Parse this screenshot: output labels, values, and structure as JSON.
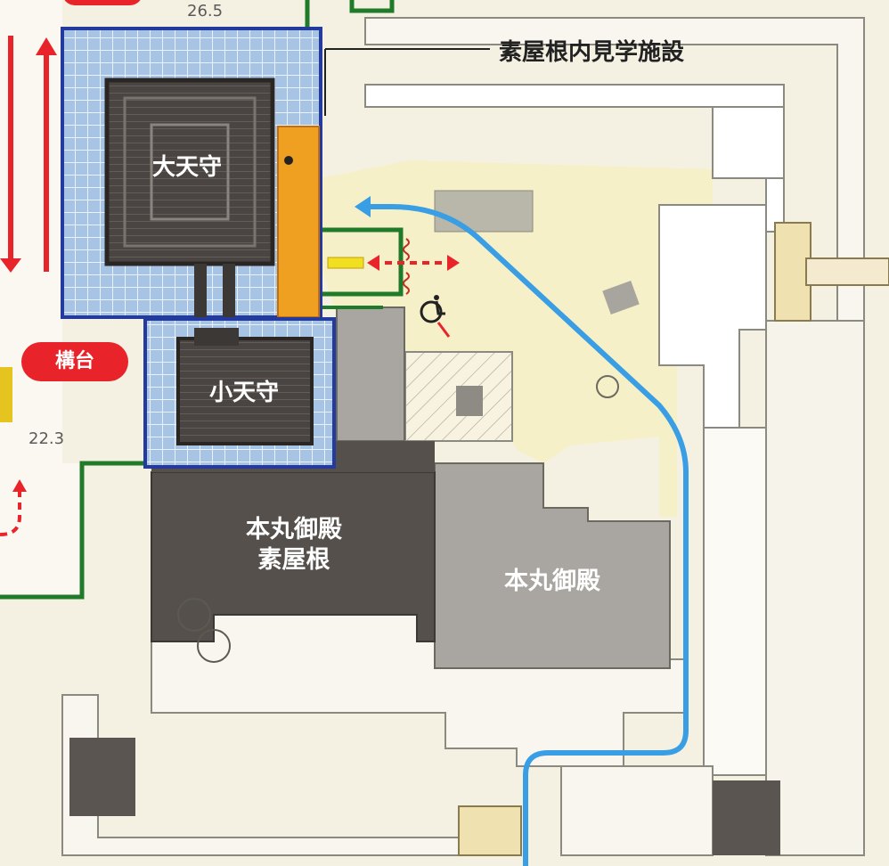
{
  "labels": {
    "daitenshu": "大天守",
    "shoutenshu": "小天守",
    "honmaru_bare_line1": "本丸御殿",
    "honmaru_bare_line2": "素屋根",
    "honmaru": "本丸御殿",
    "kamaedai": "構台",
    "suyane_callout": "素屋根内見学施設"
  },
  "elevations": {
    "top": "26.5",
    "left": "22.3"
  },
  "colors": {
    "blue_route": "#3a9ee4",
    "red_route": "#e8242a",
    "boundary_green": "#1f7a2a",
    "scaffold_blue": "#243a9c",
    "orange_stair": "#f0a020",
    "ground": "#f6f0c8",
    "roof_dark": "#55504c",
    "roof_gray": "#a9a6a1"
  },
  "icons": [
    "wheelchair-icon",
    "up-arrow-icon",
    "down-arrow-icon",
    "u-turn-arrow-icon",
    "double-headed-arrow-icon"
  ]
}
